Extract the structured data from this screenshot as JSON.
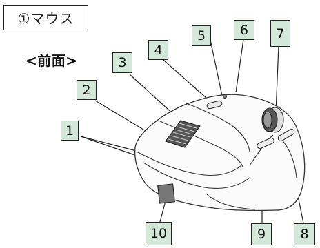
{
  "title": "①マウス",
  "subtitle": "<前面>",
  "callouts": [
    "1",
    "2",
    "3",
    "4",
    "5",
    "6",
    "7",
    "8",
    "9",
    "10"
  ]
}
